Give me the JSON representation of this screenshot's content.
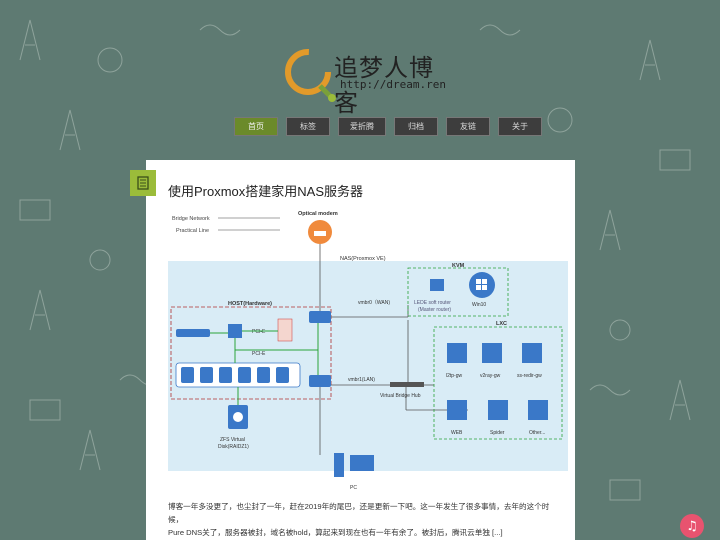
{
  "site": {
    "logo_text": "追梦人博客",
    "logo_url": "http://dream.ren"
  },
  "nav": {
    "items": [
      {
        "label": "首页",
        "active": true
      },
      {
        "label": "标签"
      },
      {
        "label": "爱折腾"
      },
      {
        "label": "归档"
      },
      {
        "label": "友链"
      },
      {
        "label": "关于"
      }
    ]
  },
  "post": {
    "title": "使用Proxmox搭建家用NAS服务器",
    "excerpt_line1": "博客一年多没更了，也尘封了一年，赶在2019年的尾巴，还是更新一下吧。这一年发生了很多事情，去年的这个时候，",
    "excerpt_line2": "Pure DNS关了，服务器被封，域名被hold，算起来到现在也有一年有余了。被封后，腾讯云单独 [...]"
  },
  "diagram": {
    "legend_bridge": "Bridge Network",
    "legend_practical": "Practical Line",
    "optical_modem": "Optical modem",
    "nas_label": "NAS(Proxmox VE)",
    "kvm": "KVM",
    "host": "HOST(Hardware)",
    "pcie1": "PCI-E",
    "pcie2": "PCI-E",
    "vmbr0": "vmbr0（WAN)",
    "vmbr1": "vmbr1(LAN)",
    "lede1": "LEDE soft router",
    "lede2": "(Master router)",
    "win10": "Win10",
    "lxc": "LXC",
    "bridge_hub": "Virtual Bridge Hub",
    "zfs1": "ZFS Virtual",
    "zfs2": "Disk(RAIDZ1)",
    "pc": "PC",
    "c1": "l2tp-gw",
    "c2": "v2ray-gw",
    "c3": "ss-redir-gw",
    "c4": "WEB",
    "c5": "Spider",
    "c6": "Other..."
  },
  "colors": {
    "background": "#5e7a72",
    "accent_green": "#9bbc3a",
    "nav_active": "#6b8a2a",
    "music_button": "#e8536f"
  },
  "icons": {
    "music": "music-note-icon",
    "post": "list-icon"
  }
}
